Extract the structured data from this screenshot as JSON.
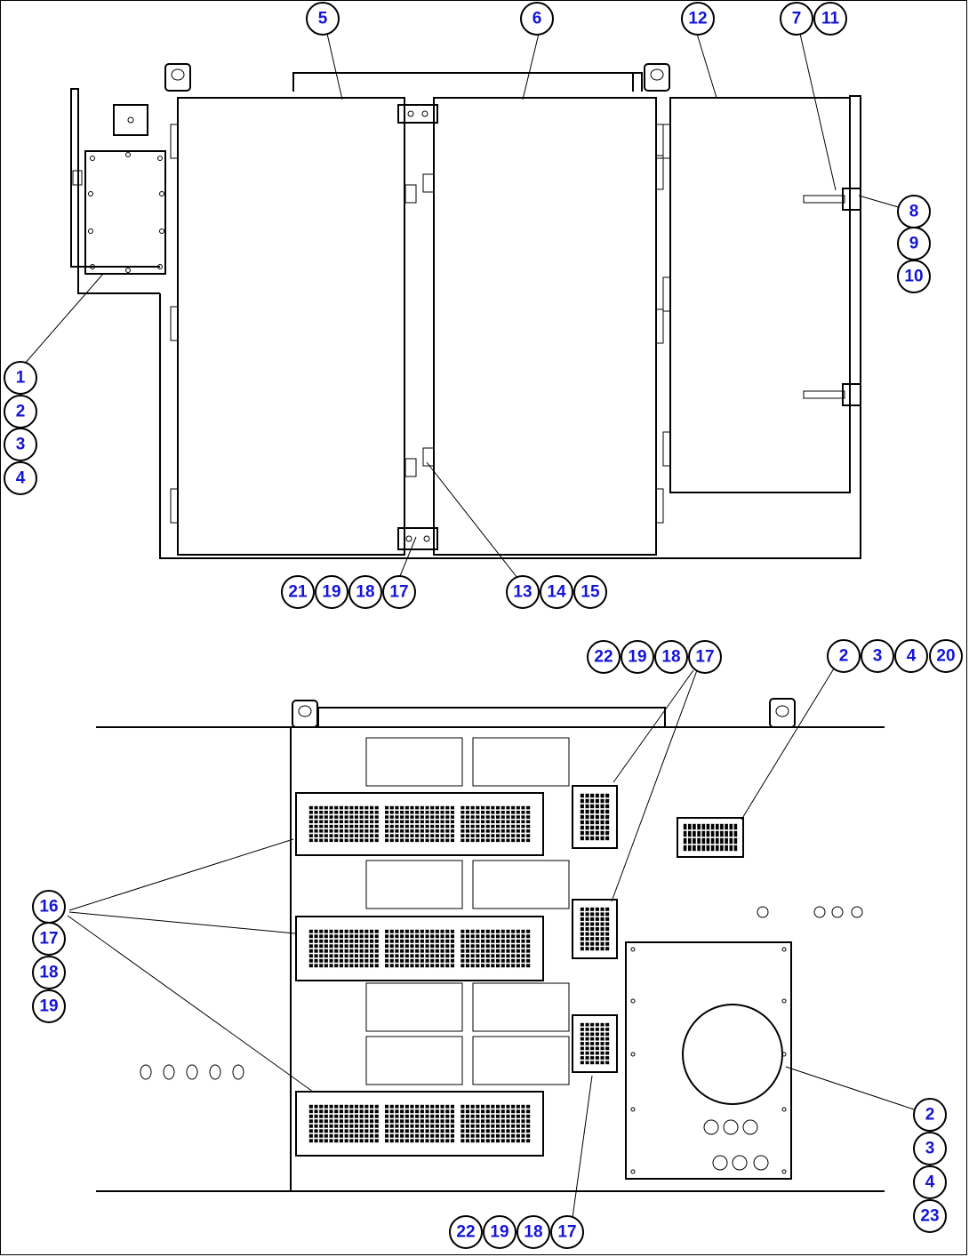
{
  "callouts": {
    "top": [
      {
        "label": "5"
      },
      {
        "label": "6"
      },
      {
        "label": "12"
      },
      {
        "label": "7"
      },
      {
        "label": "11"
      },
      {
        "label": "8"
      },
      {
        "label": "9"
      },
      {
        "label": "10"
      },
      {
        "label": "1"
      },
      {
        "label": "2"
      },
      {
        "label": "3"
      },
      {
        "label": "4"
      },
      {
        "label": "21"
      },
      {
        "label": "19"
      },
      {
        "label": "18"
      },
      {
        "label": "17"
      },
      {
        "label": "13"
      },
      {
        "label": "14"
      },
      {
        "label": "15"
      }
    ],
    "bottom": [
      {
        "label": "22"
      },
      {
        "label": "19"
      },
      {
        "label": "18"
      },
      {
        "label": "17"
      },
      {
        "label": "2"
      },
      {
        "label": "3"
      },
      {
        "label": "4"
      },
      {
        "label": "20"
      },
      {
        "label": "16"
      },
      {
        "label": "17"
      },
      {
        "label": "18"
      },
      {
        "label": "19"
      },
      {
        "label": "2"
      },
      {
        "label": "3"
      },
      {
        "label": "4"
      },
      {
        "label": "23"
      },
      {
        "label": "22"
      },
      {
        "label": "19"
      },
      {
        "label": "18"
      },
      {
        "label": "17"
      }
    ]
  }
}
